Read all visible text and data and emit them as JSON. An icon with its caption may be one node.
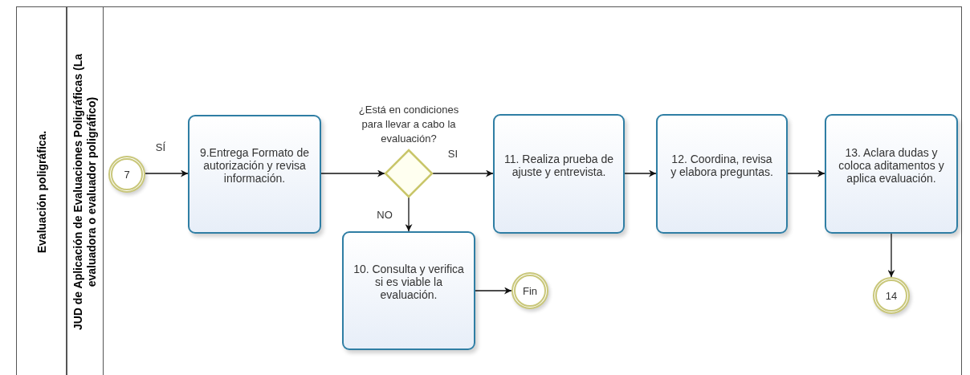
{
  "diagram": {
    "nodes": [
      {
        "text": [
          "Evaluación poligráfica."
        ]
      },
      {
        "text": [
          "JUD de Aplicación de Evaluaciones Poligráficas (La evaluadora o evaluador poligráfico)"
        ],
        "in": 0
      },
      {
        "text": [
          "7"
        ],
        "in": 1
      },
      {
        "text": [
          "9.Entrega Formato de autorización y revisa información."
        ],
        "in": 1
      },
      {
        "text": [
          "¿Está en condiciones para llevar a cabo la evaluación?"
        ],
        "in": 1
      },
      {
        "text": [
          "11. Realiza prueba de ajuste y entrevista."
        ],
        "in": 1
      },
      {
        "text": [
          "12. Coordina, revisa y elabora preguntas."
        ],
        "in": 1
      },
      {
        "text": [
          "13. Aclara dudas y coloca aditamentos y aplica evaluación."
        ],
        "in": 1
      },
      {
        "text": [
          "10. Consulta y verifica si es viable la evaluación."
        ],
        "in": 1
      },
      {
        "text": [
          "Fin"
        ],
        "in": 1
      },
      {
        "text": [
          "14"
        ],
        "in": 1
      }
    ],
    "edges": [
      {
        "from": 2,
        "to": 3,
        "arrow": "to",
        "label": "SÍ"
      },
      {
        "from": 3,
        "to": 4,
        "arrow": "to"
      },
      {
        "from": 4,
        "to": 5,
        "arrow": "to",
        "label": "SI"
      },
      {
        "from": 4,
        "to": 8,
        "arrow": "to",
        "label": "NO"
      },
      {
        "from": 5,
        "to": 6,
        "arrow": "to"
      },
      {
        "from": 6,
        "to": 7,
        "arrow": "to"
      },
      {
        "from": 8,
        "to": 9,
        "arrow": "to"
      },
      {
        "from": 7,
        "to": 10,
        "arrow": "to"
      }
    ]
  }
}
